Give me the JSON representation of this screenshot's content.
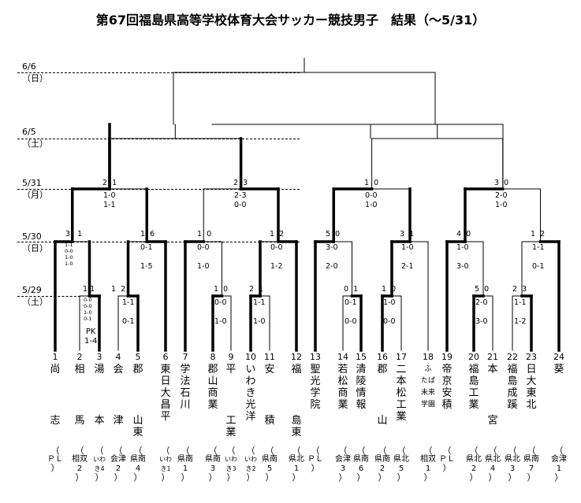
{
  "title": "第67回福島県高等学校体育大会サッカー競技男子　結果（～5/31）",
  "rounds": [
    {
      "date": "6/6",
      "day": "（日）"
    },
    {
      "date": "6/5",
      "day": "（土）"
    },
    {
      "date": "5/31",
      "day": "（月）"
    },
    {
      "date": "5/30",
      "day": "（日）"
    },
    {
      "date": "5/29",
      "day": "（土）"
    }
  ],
  "matches": {
    "m_3_1": {
      "top": "3",
      "bottom": "1",
      "detail": [
        "1-1",
        "0-0",
        "1-0",
        "1-0"
      ]
    },
    "m_2_3": {
      "top": "1",
      "bottom": "1",
      "detail": [
        "0-0",
        "0-0",
        "1-0",
        "0-1"
      ],
      "pk_label": "PK",
      "pk": "1-4"
    },
    "m_4_5": {
      "top": "1",
      "bottom": "2",
      "detail": [
        "1-1",
        "0-1"
      ]
    },
    "m_45_6": {
      "top": "1",
      "bottom": "6",
      "detail": [
        "0-1",
        "1-5"
      ]
    },
    "m_7_89": {
      "top": "1",
      "bottom": "0",
      "detail": [
        "0-0",
        "1-0"
      ]
    },
    "m_8_9": {
      "top": "1",
      "bottom": "0",
      "detail": [
        "0-0",
        "1-0"
      ]
    },
    "m_10_11": {
      "top": "2",
      "bottom": "1",
      "detail": [
        "1-1",
        "1-0"
      ]
    },
    "m_1011_12": {
      "top": "1",
      "bottom": "2",
      "detail": [
        "0-0",
        "1-2"
      ]
    },
    "m_13_1415": {
      "top": "5",
      "bottom": "0",
      "detail": [
        "3-0",
        "2-0"
      ]
    },
    "m_14_15": {
      "top": "0",
      "bottom": "1",
      "detail": [
        "0-1",
        "0-0"
      ]
    },
    "m_16_17": {
      "top": "1",
      "bottom": "0",
      "detail": [
        "1-0",
        "0-0"
      ]
    },
    "m_1617_18": {
      "top": "3",
      "bottom": "1",
      "detail": [
        "1-0",
        "2-1"
      ]
    },
    "m_19_2021": {
      "top": "4",
      "bottom": "0",
      "detail": [
        "1-0",
        "3-0"
      ]
    },
    "m_20_21": {
      "top": "5",
      "bottom": "0",
      "detail": [
        "2-0",
        "3-0"
      ]
    },
    "m_22_23": {
      "top": "2",
      "bottom": "3",
      "detail": [
        "1-1",
        "1-2"
      ]
    },
    "m_2223_24": {
      "top": "1",
      "bottom": "2",
      "detail": [
        "1-1",
        "0-1"
      ]
    },
    "qf1": {
      "top": "2",
      "bottom": "1",
      "detail": [
        "1-0",
        "1-1"
      ]
    },
    "qf2": {
      "top": "2",
      "bottom": "3",
      "detail": [
        "2-3",
        "0-0"
      ]
    },
    "qf3": {
      "top": "1",
      "bottom": "0",
      "detail": [
        "0-0",
        "1-0"
      ]
    },
    "qf4": {
      "top": "3",
      "bottom": "0",
      "detail": [
        "2-0",
        "1-0"
      ]
    }
  },
  "teams": [
    {
      "no": "1",
      "head": "尚",
      "tail": "志",
      "pref": "ＰＬ"
    },
    {
      "no": "2",
      "head": "相",
      "tail": "馬",
      "pref": "相双2"
    },
    {
      "no": "3",
      "head": "湯",
      "tail": "本",
      "pref": "いわき4"
    },
    {
      "no": "4",
      "head": "会",
      "tail": "津",
      "pref": "会津2"
    },
    {
      "no": "5",
      "head": "郡",
      "tail": "山東",
      "pref": "県南4"
    },
    {
      "no": "6",
      "head": "東",
      "tail": "日大昌平",
      "pref": "いわき1"
    },
    {
      "no": "7",
      "head": "学",
      "tail": "法石川",
      "pref": "県南1"
    },
    {
      "no": "8",
      "head": "郡",
      "tail": "山商業",
      "pref": "県南3"
    },
    {
      "no": "9",
      "head": "平",
      "tail": "工業",
      "pref": "いわき3"
    },
    {
      "no": "10",
      "head": "い",
      "tail": "わき光洋",
      "pref": "いわき2"
    },
    {
      "no": "11",
      "head": "安",
      "tail": "積",
      "pref": "県南5"
    },
    {
      "no": "12",
      "head": "福",
      "tail": "島東",
      "pref": "県北1"
    },
    {
      "no": "13",
      "head": "聖",
      "tail": "光学院",
      "pref": "ＰＬ"
    },
    {
      "no": "14",
      "head": "若",
      "tail": "松商業",
      "pref": "会津3"
    },
    {
      "no": "15",
      "head": "清",
      "tail": "陵情報",
      "pref": "県南6"
    },
    {
      "no": "16",
      "head": "郡",
      "tail": "山",
      "pref": "県南2"
    },
    {
      "no": "17",
      "head": "二",
      "tail": "本松工業",
      "pref": "県北5"
    },
    {
      "no": "18",
      "head": "ふ",
      "tail": "たば未来学園",
      "pref": "相双1"
    },
    {
      "no": "19",
      "head": "帝",
      "tail": "京安積",
      "pref": "ＰＬ"
    },
    {
      "no": "20",
      "head": "福",
      "tail": "島工業",
      "pref": "県北2"
    },
    {
      "no": "21",
      "head": "本",
      "tail": "宮",
      "pref": "県北4"
    },
    {
      "no": "22",
      "head": "福",
      "tail": "島成蹊",
      "pref": "県北3"
    },
    {
      "no": "23",
      "head": "日",
      "tail": "大東北",
      "pref": "県南7"
    },
    {
      "no": "24",
      "head": "",
      "tail": "葵",
      "pref": "会津1"
    }
  ]
}
